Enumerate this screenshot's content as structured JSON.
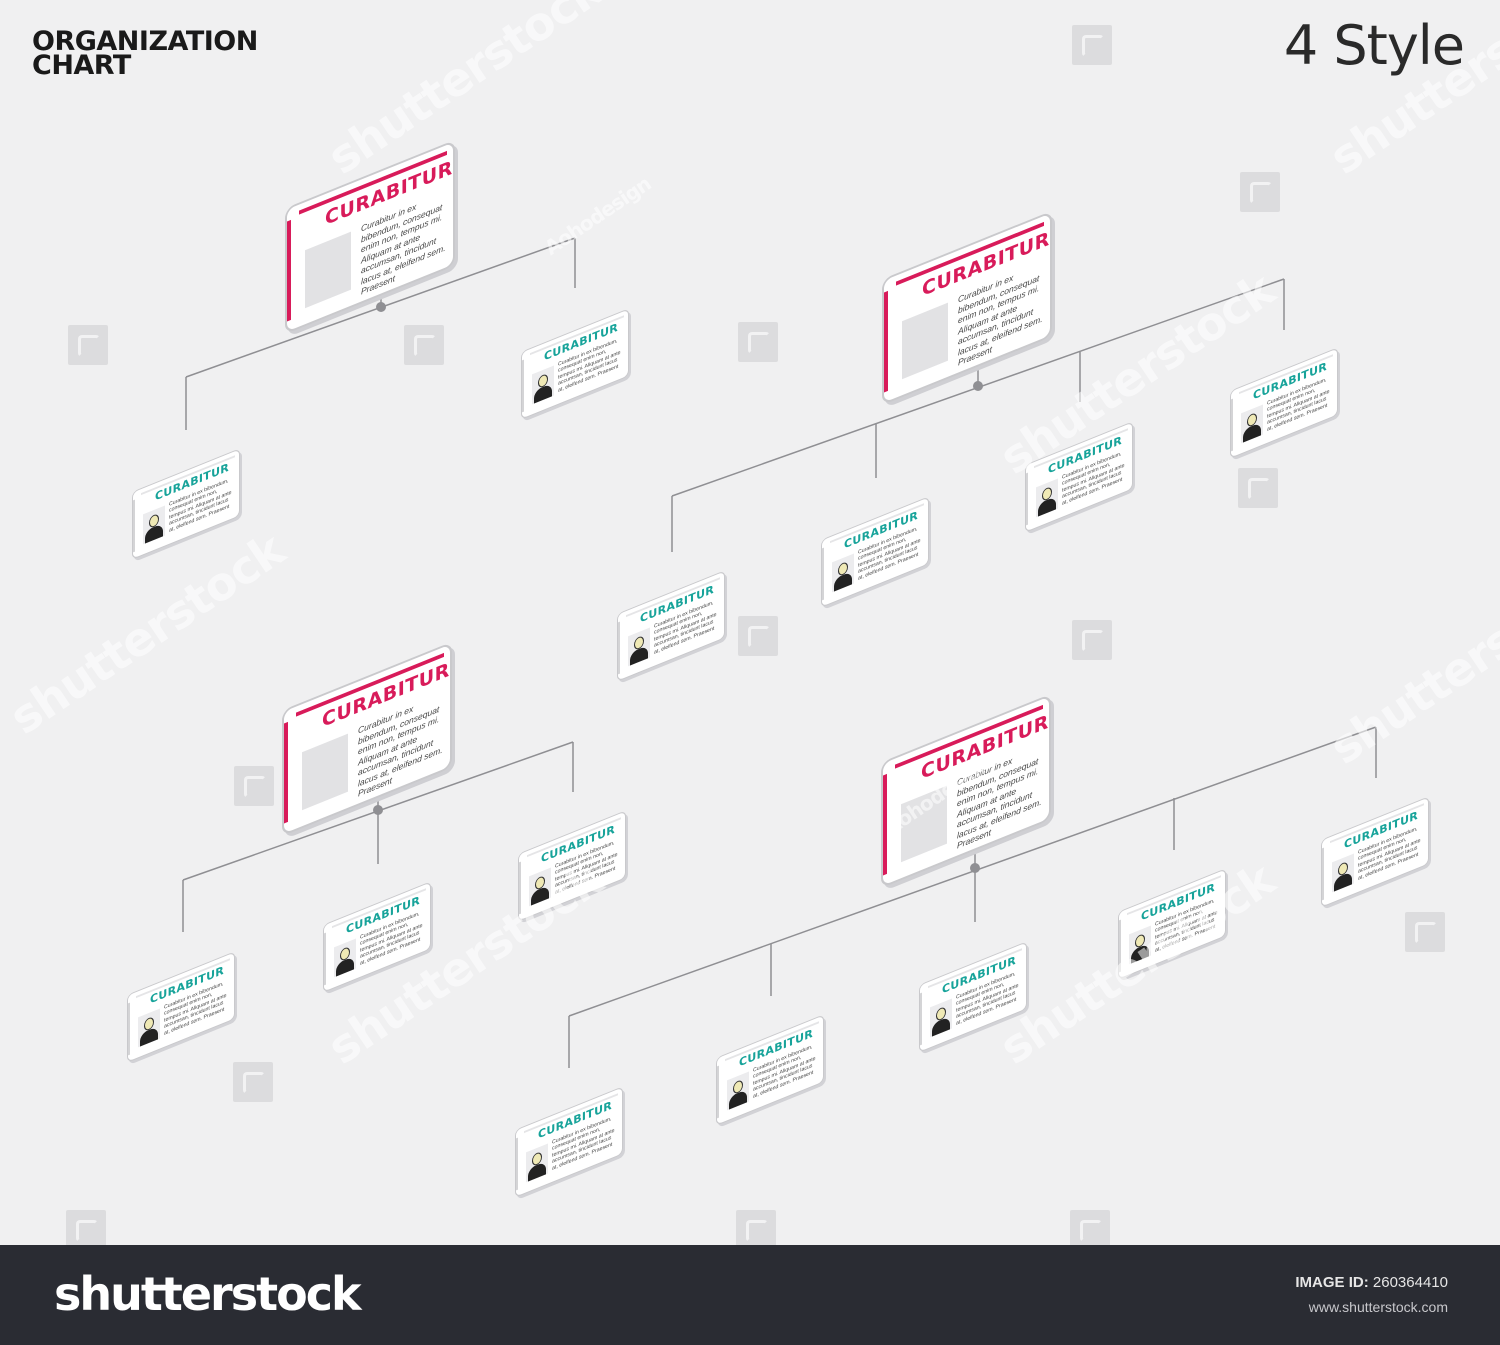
{
  "header": {
    "title": "ORGANIZATION\nCHART",
    "style_label": "4 Style"
  },
  "card": {
    "title": "CURABITUR",
    "root_text": "Curabitur in ex bibendum, consequat enim non, tempus mi. Aliquam at ante accumsan, tincidunt lacus at, eleifend sem. Praesent",
    "child_text": "Curabitur in ex bibendum, consequat enim non, tempus mi. Aliquam at ante accumsan, tincidunt lacus at, eleifend sem. Praesent"
  },
  "diagrams": [
    {
      "style": 1,
      "children": 2
    },
    {
      "style": 2,
      "children": 4
    },
    {
      "style": 3,
      "children": 3
    },
    {
      "style": 4,
      "children": 5
    }
  ],
  "colors": {
    "accent_root": "#d81b5a",
    "accent_child": "#17a39a",
    "background": "#f0f0f1",
    "footer": "#2a2c33"
  },
  "watermark": {
    "text": "shutterstock",
    "secondary": "Aohodesign"
  },
  "footer": {
    "brand": "shutterstock",
    "image_id_label": "IMAGE ID:",
    "image_id": "260364410",
    "site": "www.shutterstock.com"
  }
}
